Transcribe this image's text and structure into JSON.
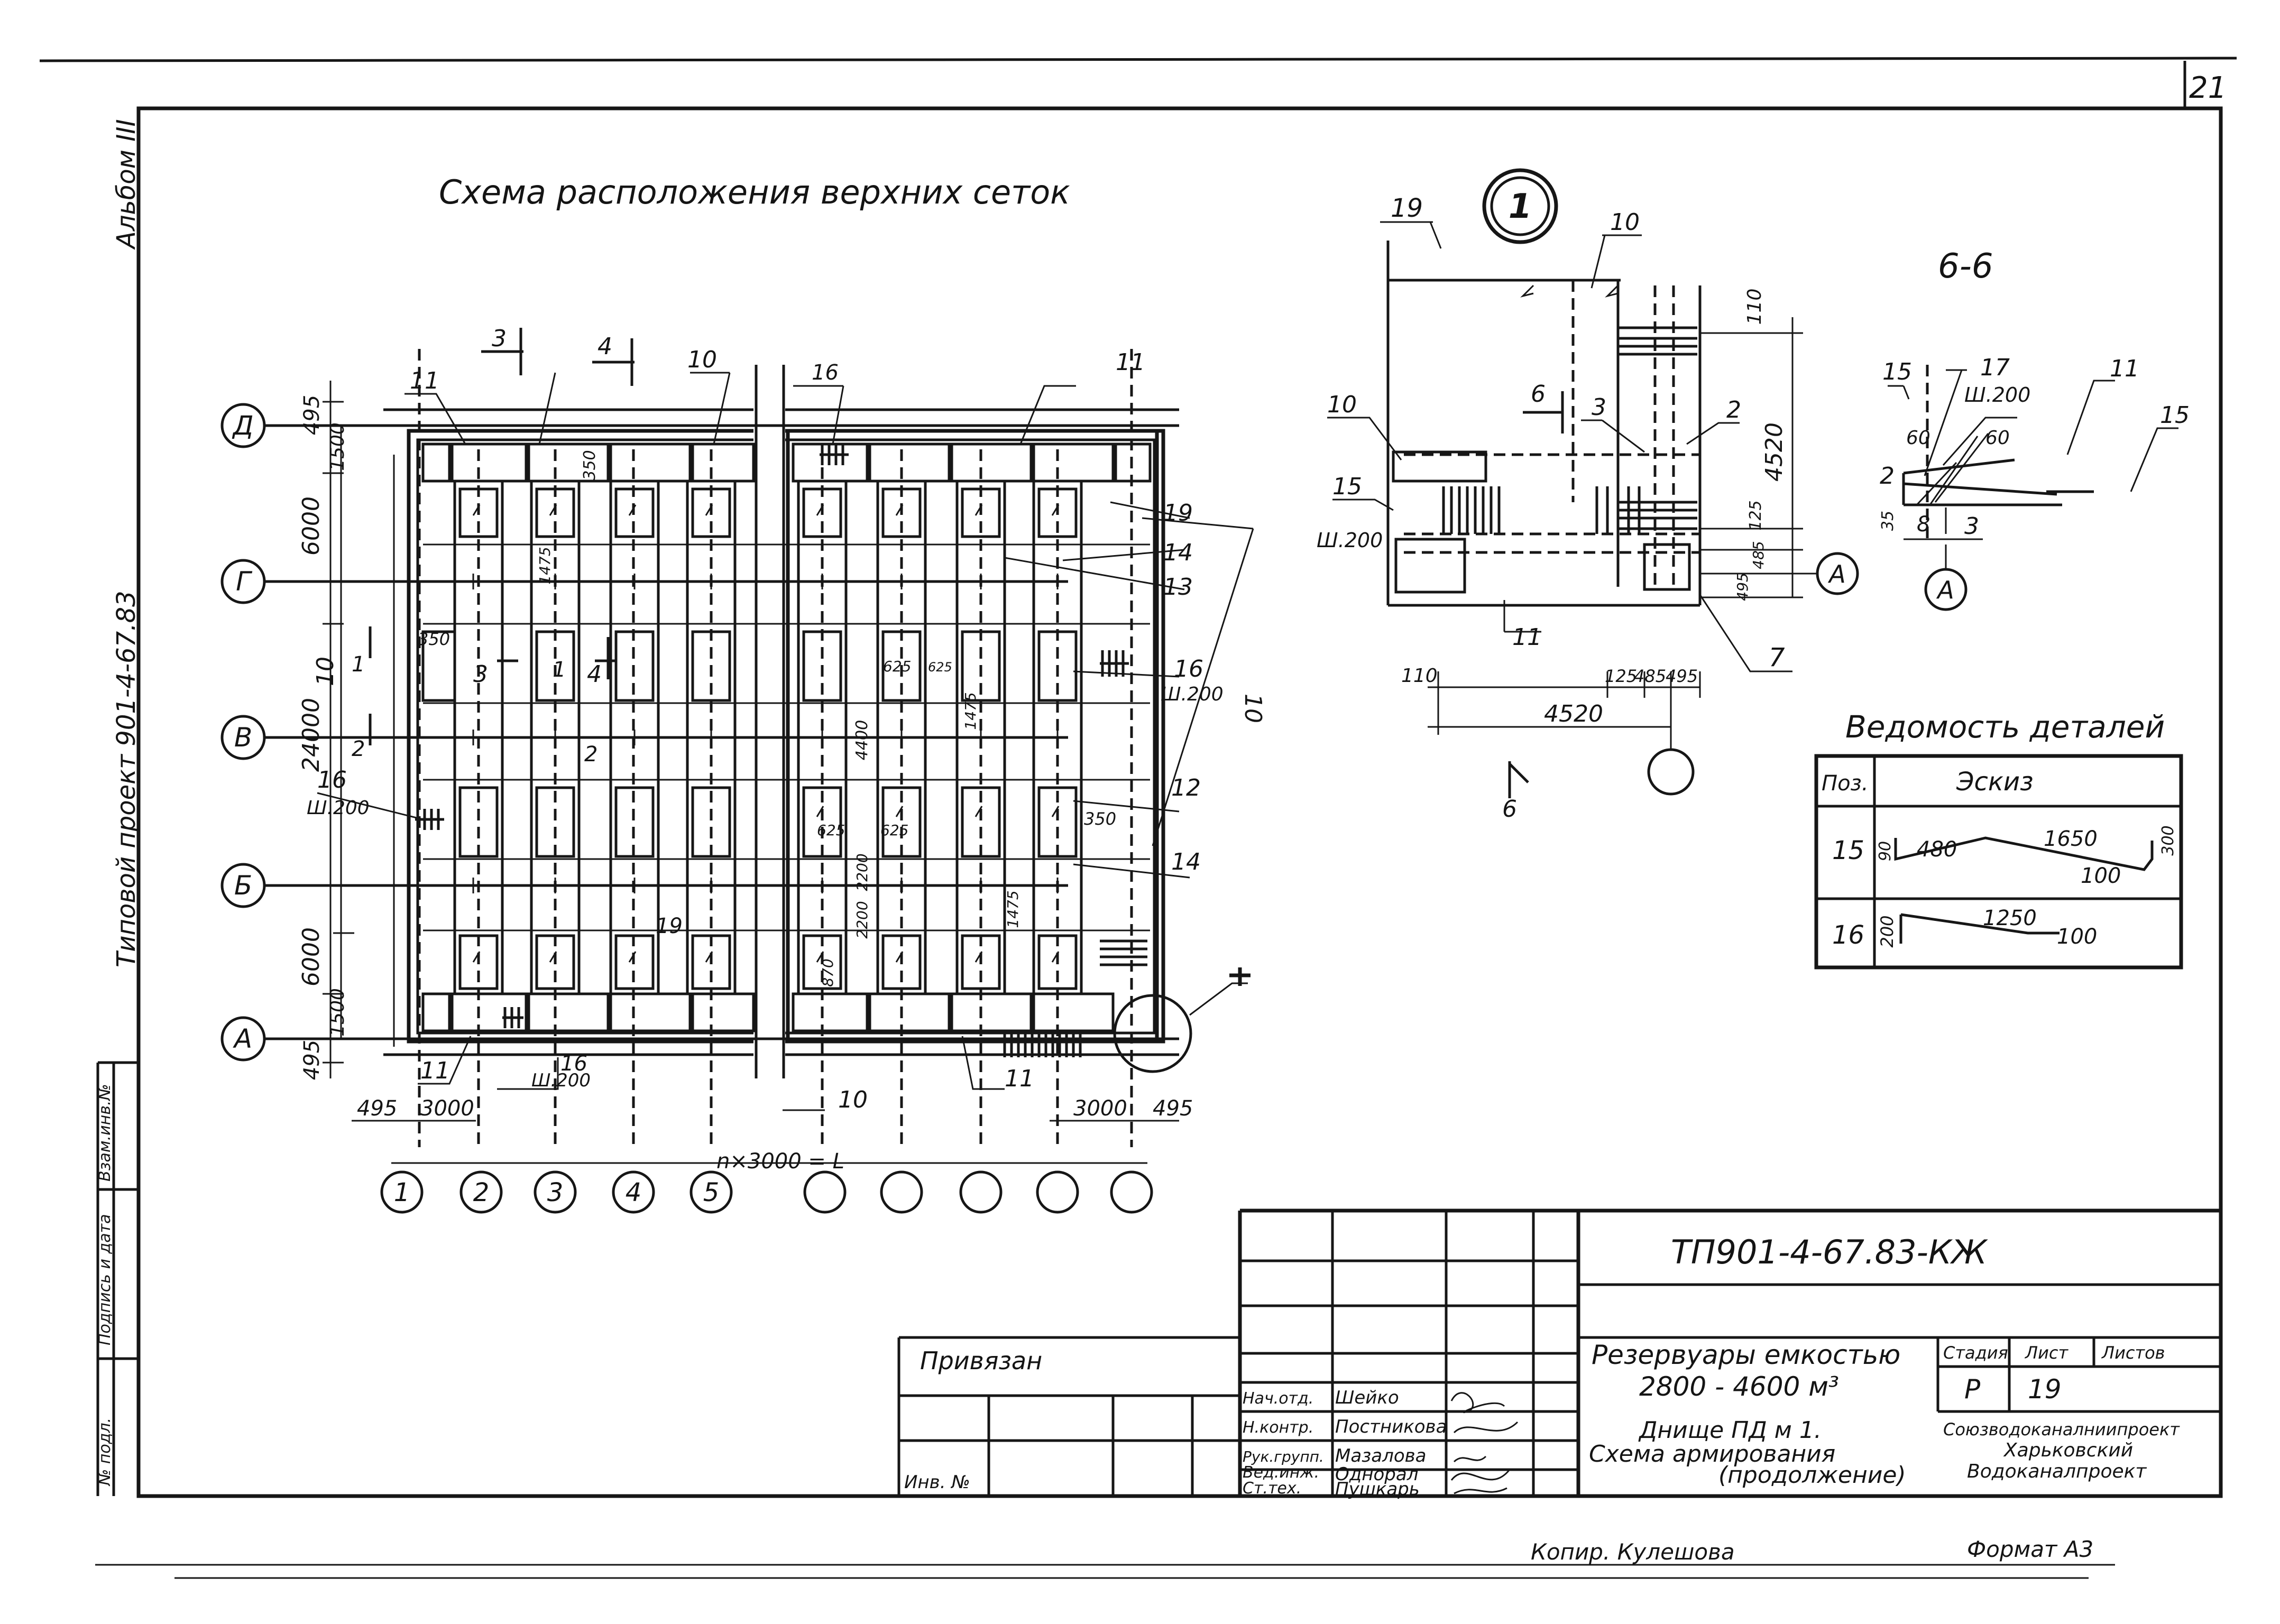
{
  "sheet": {
    "number": "21",
    "album": "Альбом III",
    "project_side": "Типовой проект 901-4-67.83",
    "copied_by": "Копир. Кулешова",
    "format": "Формат А3"
  },
  "side_stamp": [
    "Взам.инв.№",
    "Подпись и дата",
    "№ подл."
  ],
  "plan": {
    "title": "Схема расположения   верхних сеток",
    "dims": {
      "d495_top": "495",
      "d1500": "1500",
      "d6000_top": "6000",
      "d10": "10",
      "d24000": "24000",
      "d6000_bot": "6000",
      "d1500_bot": "1500",
      "d495_bot": "495",
      "d495_left": "495",
      "d3000_left": "3000",
      "d3000_right": "3000",
      "d495_right": "495",
      "d350_top": "350",
      "d350_left": "350",
      "d350_right": "350",
      "d1475_a": "1475",
      "d1475_b": "1475",
      "d1475_c": "1475",
      "d625_a": "625",
      "d625_b": "625",
      "d625_c": "625",
      "d625_d": "625",
      "d4400": "4400",
      "d2200_a": "2200",
      "d2200_b": "2200",
      "d870": "870",
      "span_formula": "n×3000 = L",
      "d10_right": "10"
    },
    "callouts": {
      "c11_tl": "11",
      "c10_t": "10",
      "c16_t": "16",
      "c11_tr": "11",
      "c19_r": "19",
      "c14_a": "14",
      "c13": "13",
      "c16_r": "16",
      "c16_r_step": "Ш.200",
      "c12": "12",
      "c14_b": "14",
      "c16_l": "16",
      "c16_l_step": "Ш.200",
      "c19_b": "19",
      "c11_bl": "11",
      "c16_b": "16",
      "c16_b_step": "Ш.200",
      "c10_b": "10",
      "c11_br": "11"
    },
    "section_marks": {
      "s3_top": "3",
      "s4_top": "4",
      "s3_mid": "3",
      "s4_mid": "4",
      "s1_mid": "1",
      "s1_left": "1",
      "s2_left": "2",
      "s2_mid": "2"
    },
    "rows": [
      "Д",
      "Г",
      "В",
      "Б",
      "А"
    ],
    "cols": [
      "1",
      "2",
      "3",
      "4",
      "5",
      "",
      "",
      "",
      "",
      ""
    ]
  },
  "detail1": {
    "mark": "1",
    "labels": {
      "l19": "19",
      "l10a": "10",
      "l10b": "10",
      "l6": "6",
      "l3": "3",
      "l2": "2",
      "l15": "15",
      "l15_step": "Ш.200",
      "l11": "11",
      "l7": "7"
    },
    "dims": {
      "d110_top": "110",
      "d4520_v": "4520",
      "d125_v": "125",
      "d485_v": "485",
      "d495_v": "495",
      "d110_left": "110",
      "d125_h": "125",
      "d485_h": "485",
      "d495_h": "495",
      "d4520_h": "4520"
    },
    "axis": "А",
    "cut": "6"
  },
  "section66": {
    "title": "6-6",
    "labels": {
      "l15a": "15",
      "l17": "17",
      "l17_step": "Ш.200",
      "l11": "11",
      "l15b": "15",
      "l60a": "60",
      "l60b": "60",
      "l2": "2",
      "l35": "35",
      "l8": "8",
      "l3": "3"
    },
    "axis": "А"
  },
  "parts_table": {
    "title": "Ведомость деталей",
    "col_pos": "Поз.",
    "col_sketch": "Эскиз",
    "rows": [
      {
        "pos": "15",
        "a": "90",
        "b": "480",
        "c": "1650",
        "d": "300",
        "e": "100"
      },
      {
        "pos": "16",
        "a": "200",
        "b": "1250",
        "c": "100"
      }
    ]
  },
  "title_block": {
    "code": "ТП901-4-67.83-КЖ",
    "object_line1": "Резервуары   емкостью",
    "object_line2": "2800 - 4600 м³",
    "sheet_line1": "Днище  ПД м 1.",
    "sheet_line2": "Схема  армирования",
    "sheet_line3": "(продолжение)",
    "stage_label": "Стадия",
    "sheet_label": "Лист",
    "sheets_label": "Листов",
    "stage": "Р",
    "sheet_no": "19",
    "org1": "Союзводоканалниипроект",
    "org2": "Харьковский",
    "org3": "Водоканалпроект",
    "linked": "Привязан",
    "inv": "Инв. №",
    "roles": [
      "Нач.отд.",
      "Н.контр.",
      "Рук.групп.",
      "Вед.инж.",
      "Ст.тех."
    ],
    "names": [
      "Шейко",
      "Постникова",
      "Мазалова",
      "Однорал",
      "Пушкарь"
    ]
  }
}
